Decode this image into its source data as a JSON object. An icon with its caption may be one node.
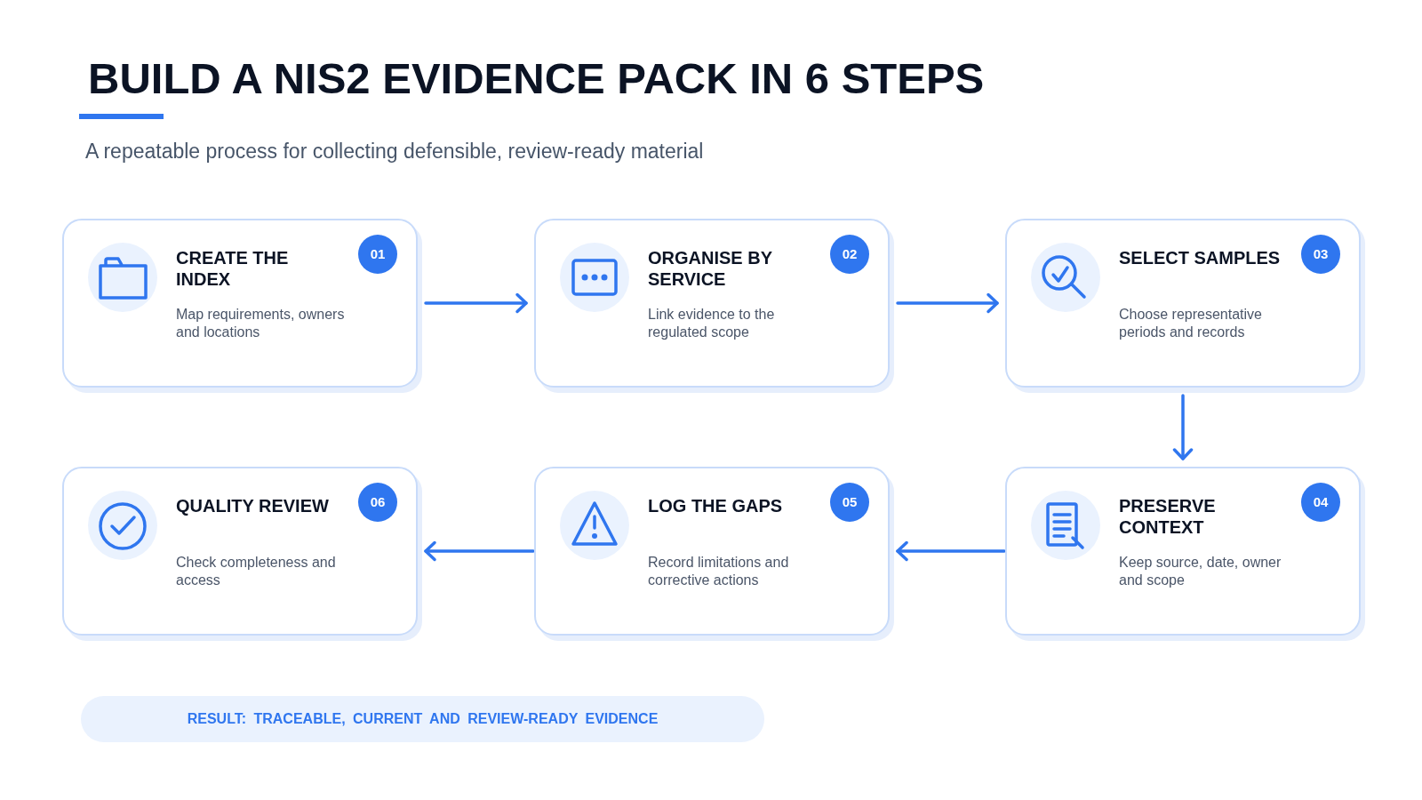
{
  "diagram": {
    "title": "BUILD A NIS2 EVIDENCE PACK IN 6 STEPS",
    "nodes": [
      {
        "text": [
          "CREATE THE INDEX",
          "Map requirements, owners and locations"
        ]
      },
      {
        "text": [
          "01"
        ],
        "in": 0
      },
      {
        "text": [
          "ORGANISE BY SERVICE",
          "Link evidence to the regulated scope"
        ]
      },
      {
        "text": [
          "02"
        ],
        "in": 2
      },
      {
        "text": [
          "SELECT SAMPLES",
          "Choose representative periods and records"
        ]
      },
      {
        "text": [
          "03"
        ],
        "in": 4
      },
      {
        "text": [
          "PRESERVE CONTEXT",
          "Keep source, date, owner and scope"
        ]
      },
      {
        "text": [
          "04"
        ],
        "in": 6
      },
      {
        "text": [
          "LOG THE GAPS",
          "Record limitations and corrective actions"
        ]
      },
      {
        "text": [
          "05"
        ],
        "in": 8
      },
      {
        "text": [
          "QUALITY REVIEW",
          "Check completeness and access"
        ]
      },
      {
        "text": [
          "06"
        ],
        "in": 10
      },
      {
        "text": [
          "RESULT: TRACEABLE, CURRENT AND REVIEW-READY EVIDENCE"
        ]
      }
    ],
    "edges": [
      {
        "from": 0,
        "to": 2,
        "arrow": "to"
      },
      {
        "from": 2,
        "to": 4,
        "arrow": "to"
      },
      {
        "from": 4,
        "to": 6,
        "arrow": "to"
      },
      {
        "from": 6,
        "to": 8,
        "arrow": "to"
      },
      {
        "from": 8,
        "to": 10,
        "arrow": "to"
      }
    ],
    "labels": [
      "A repeatable process for collecting defensible, review-ready material"
    ]
  }
}
